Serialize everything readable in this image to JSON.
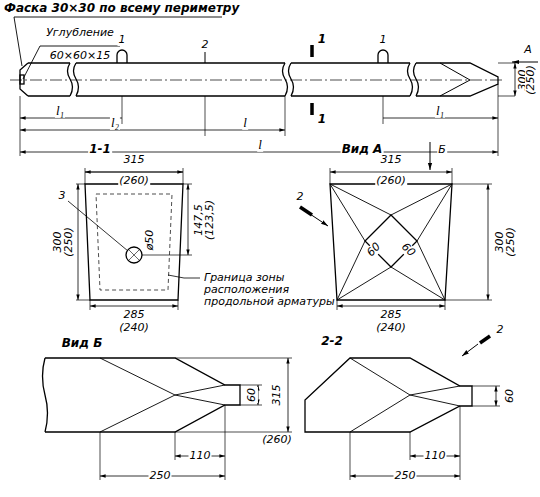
{
  "diagram": {
    "labels": [
      "Фаска 30×30 по всему периметру",
      "Углубление",
      "60×60×15",
      "1",
      "2",
      "1",
      "1",
      "A",
      "300",
      "(250)",
      "1",
      "l₁",
      "l₂",
      "l",
      "l₁",
      "l",
      "1-1",
      "315",
      "(260)",
      "3",
      "ø50",
      "147,5",
      "(123,5)",
      "300",
      "(250)",
      "285",
      "(240)",
      "Граница зоны расположения продольной арматуры",
      "Вид А",
      "Б",
      "315",
      "(260)",
      "300",
      "(250)",
      "60",
      "60",
      "285",
      "(240)",
      "2",
      "Вид Б",
      "60",
      "315",
      "(260)",
      "250",
      "110",
      "2-2",
      "2",
      "60",
      "110",
      "250"
    ]
  }
}
